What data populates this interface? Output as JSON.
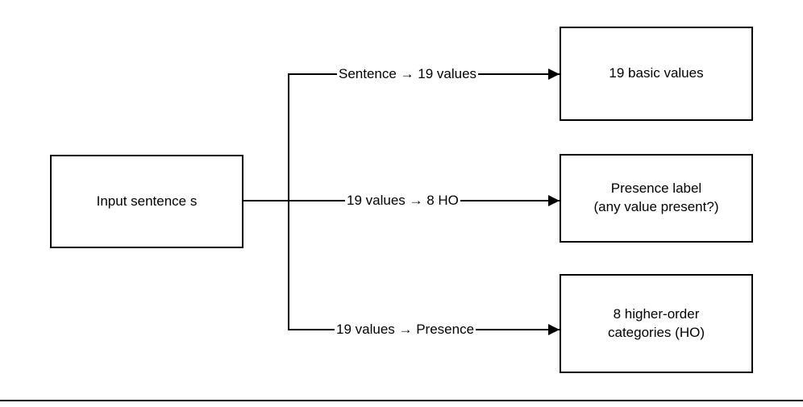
{
  "diagram": {
    "title": "Sentence to values, presence label, and higher-order categories pipeline",
    "background_color": "#ffffff",
    "stroke_color": "#000000",
    "text_color": "#000000",
    "input_node": {
      "label": "Input sentence s"
    },
    "branches": [
      {
        "edge_label": "Sentence → 19 values",
        "target_label": "19 basic values"
      },
      {
        "edge_label": "19 values → 8 HO",
        "target_label": "Presence label\n(any value present?)"
      },
      {
        "edge_label": "19 values → Presence",
        "target_label": "8 higher-order\ncategories (HO)"
      }
    ]
  }
}
